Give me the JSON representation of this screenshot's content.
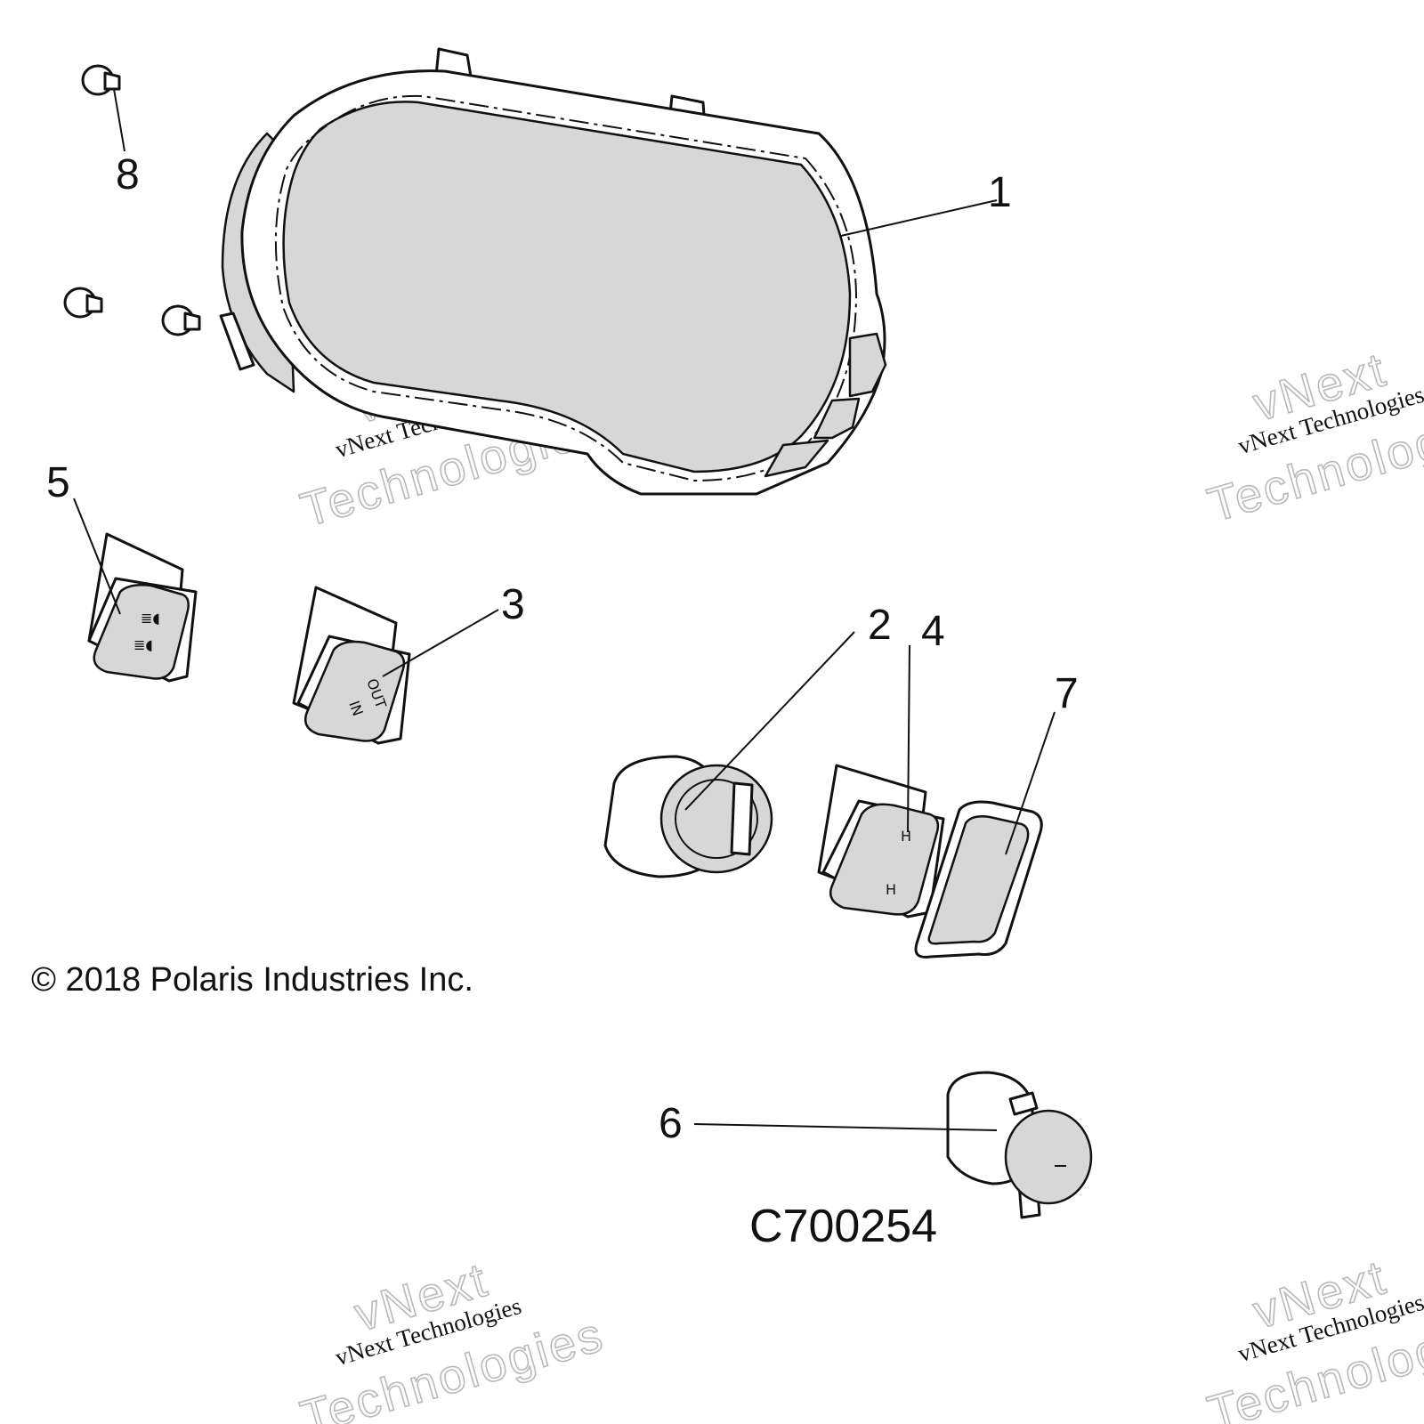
{
  "copyright": "© 2018 Polaris Industries Inc.",
  "figure_id": "C700254",
  "watermark": {
    "line1": "vNext",
    "line2": "vNext Technologies",
    "line3": "Technologies"
  },
  "callouts": [
    "1",
    "2",
    "3",
    "4",
    "5",
    "6",
    "7",
    "8"
  ],
  "parts": [
    {
      "number": "1",
      "icon": "instrument-cluster-icon"
    },
    {
      "number": "2",
      "icon": "ignition-switch-icon"
    },
    {
      "number": "3",
      "icon": "rocker-switch-icon",
      "marks": [
        "OUT",
        "IN"
      ]
    },
    {
      "number": "4",
      "icon": "rocker-switch-icon",
      "marks": [
        "H",
        "H"
      ]
    },
    {
      "number": "5",
      "icon": "headlight-switch-icon"
    },
    {
      "number": "6",
      "icon": "power-outlet-icon"
    },
    {
      "number": "7",
      "icon": "blank-switch-icon"
    },
    {
      "number": "8",
      "icon": "screw-icon"
    }
  ]
}
